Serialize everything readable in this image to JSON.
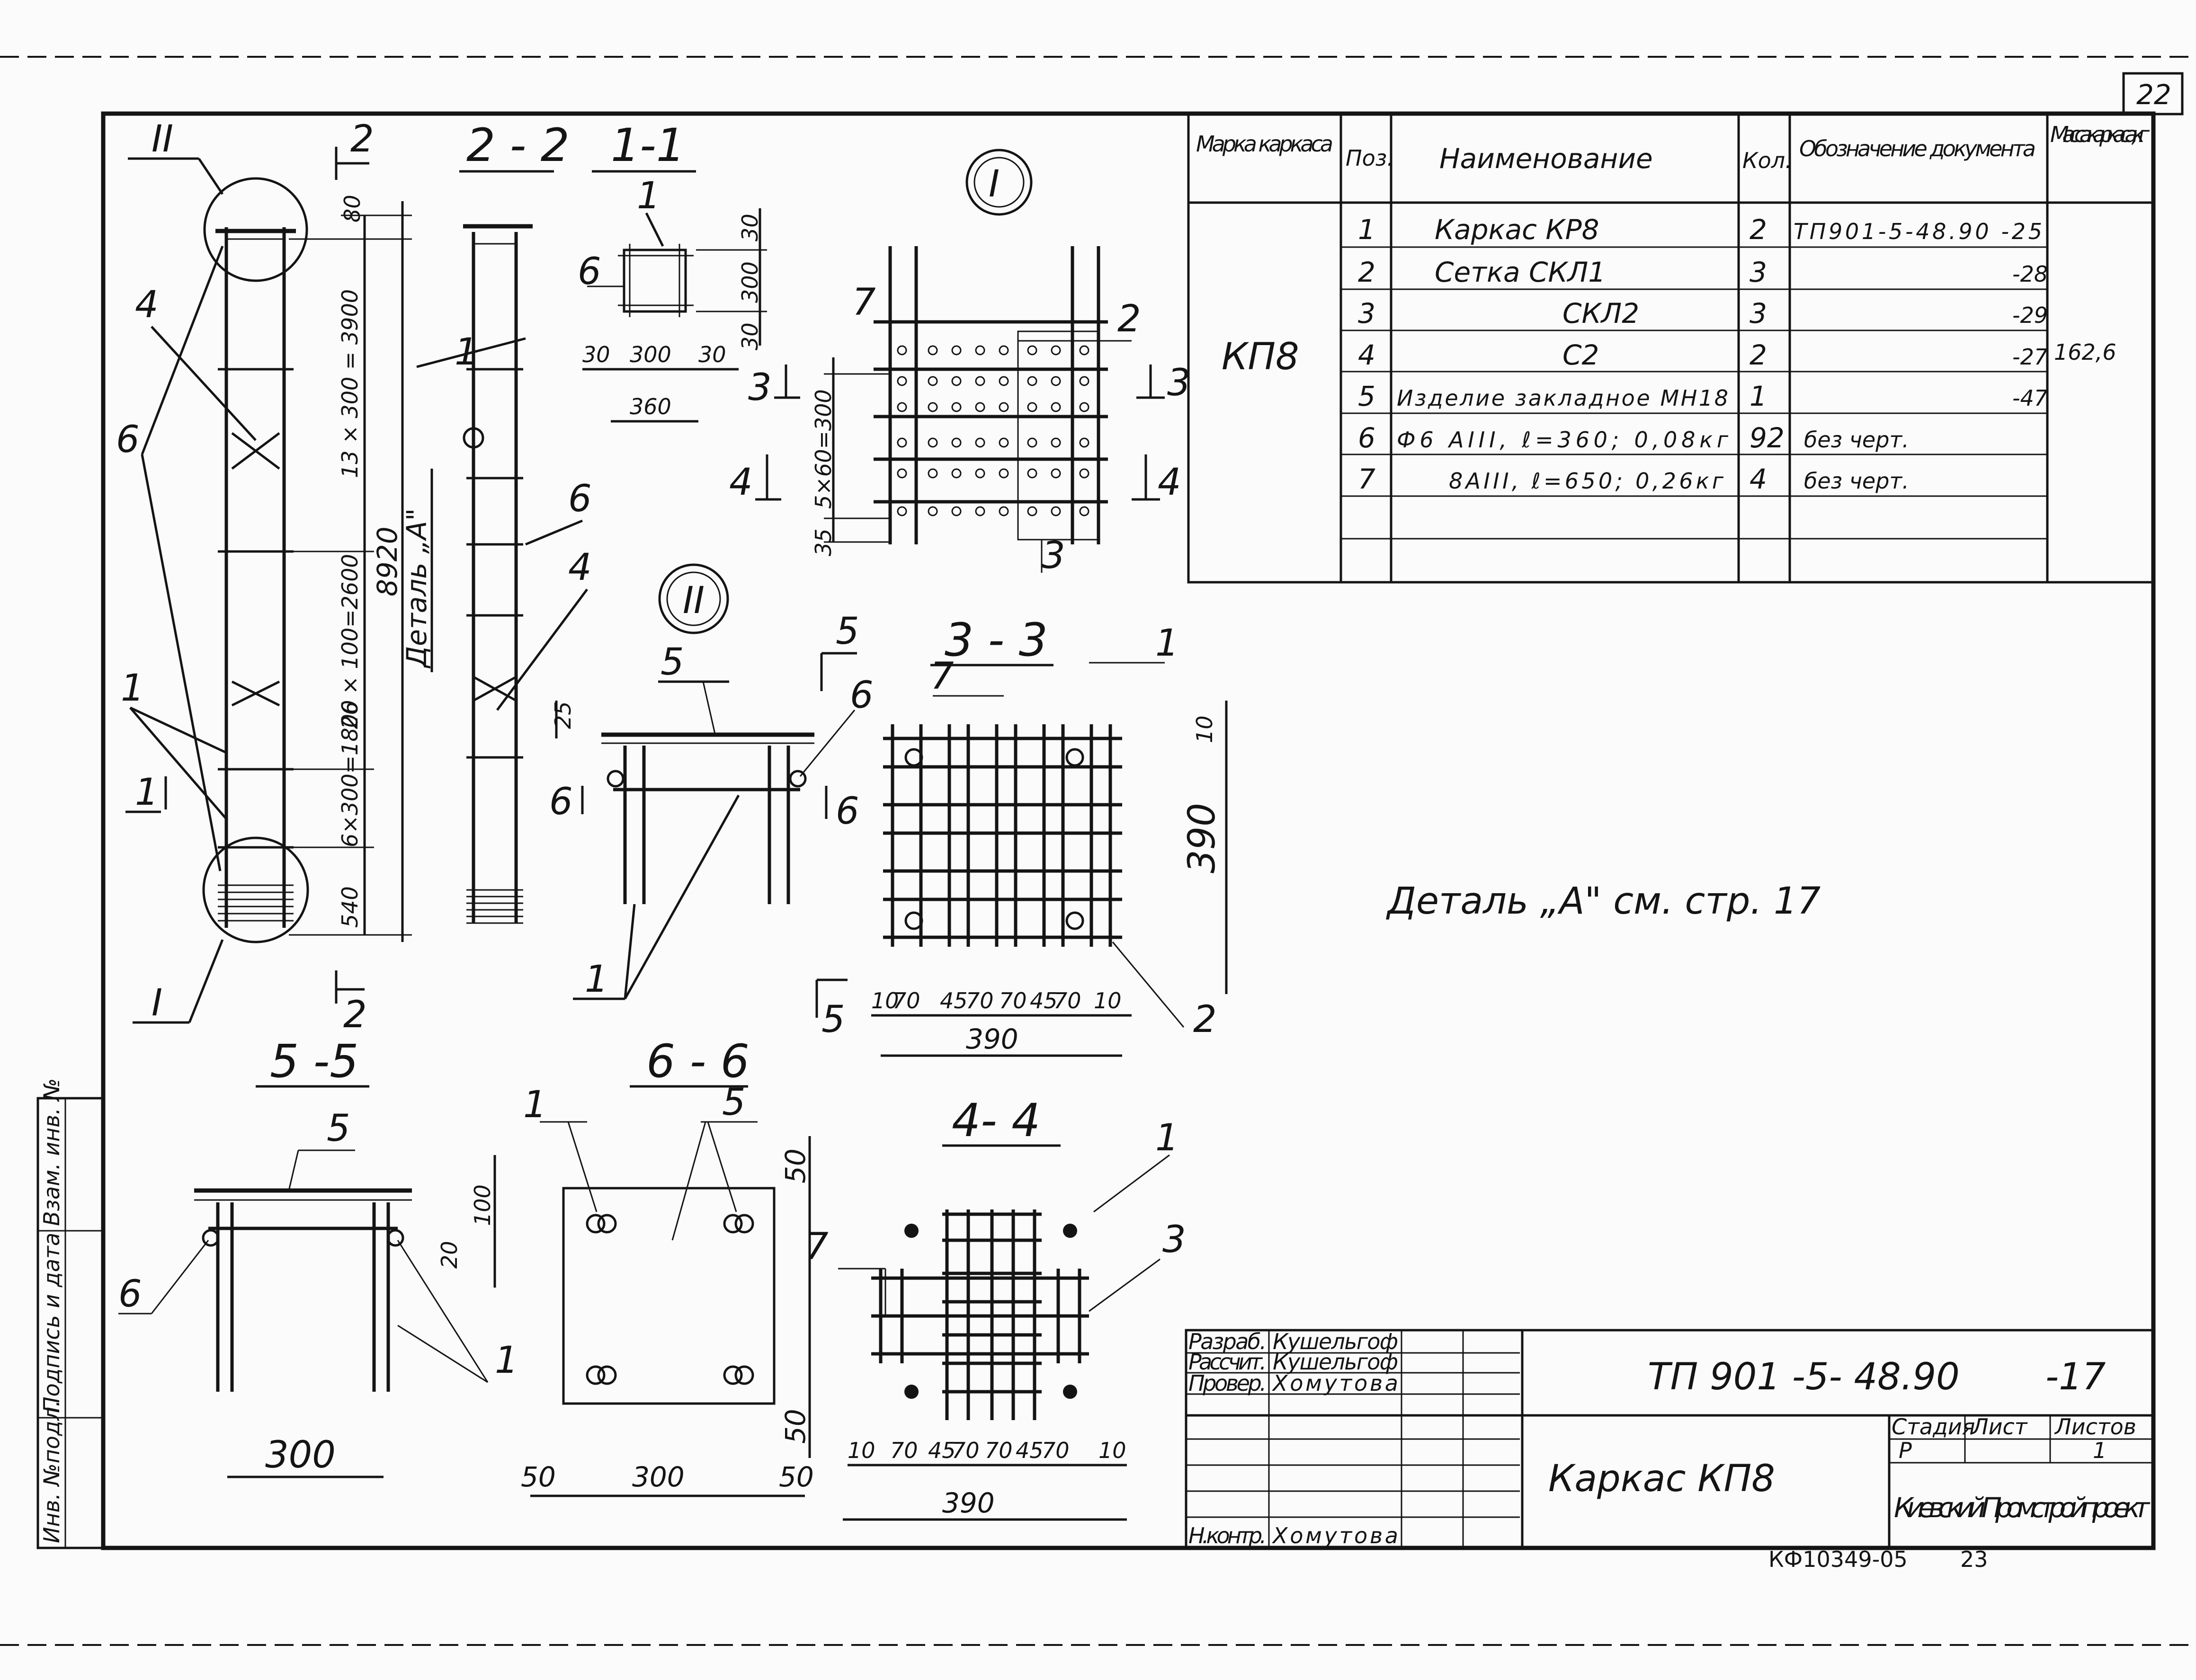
{
  "sheet": {
    "page_number": "22",
    "footer_archive": "КФ10349-05",
    "footer_page": "23"
  },
  "spec_table": {
    "headers": {
      "mark": "Марка каркаса",
      "pos": "Поз.",
      "name": "Наименование",
      "qty": "Кол.",
      "doc": "Обозначение документа",
      "mass": "Масса каркаса, кг"
    },
    "mark_value": "КП8",
    "mass_value": "162,6",
    "rows": [
      {
        "pos": "1",
        "name": "Каркас КР8",
        "qty": "2",
        "doc": "ТП901-5-48.90 -25"
      },
      {
        "pos": "2",
        "name": "Сетка СКЛ1",
        "qty": "3",
        "doc": "-28"
      },
      {
        "pos": "3",
        "name": "СКЛ2",
        "qty": "3",
        "doc": "-29"
      },
      {
        "pos": "4",
        "name": "С2",
        "qty": "2",
        "doc": "-27"
      },
      {
        "pos": "5",
        "name": "Изделие закладное МН18",
        "qty": "1",
        "doc": "-47"
      },
      {
        "pos": "6",
        "name": "Ф6 AIII, ℓ=360; 0,08кг",
        "qty": "92",
        "doc": "без черт."
      },
      {
        "pos": "7",
        "name": "8AIII, ℓ=650; 0,26кг",
        "qty": "4",
        "doc": "без черт."
      }
    ]
  },
  "note": "Деталь „А\" см. стр. 17",
  "views": {
    "sec_2_2": "2 - 2",
    "sec_1_1": "1-1",
    "sec_3_3": "3 - 3",
    "sec_4_4": "4- 4",
    "sec_5_5": "5 -5",
    "sec_6_6": "6 - 6",
    "node_I": "I",
    "node_II": "II",
    "detail_label": "Деталь „А\""
  },
  "dimensions": {
    "top_80": "80",
    "d_3900": "13 × 300 = 3900",
    "d_2600": "26 × 100=2600",
    "d_1800": "6×300=1800",
    "d_540": "540",
    "d_8920": "8920",
    "d_30a": "30",
    "d_300v": "300",
    "d_30b": "30",
    "d_30c": "30",
    "d_300h": "300",
    "d_30d": "30",
    "d_360": "360",
    "d_5x60": "5×60=300",
    "d_35": "35",
    "d_25": "25",
    "d_10": "10",
    "d_70": "70",
    "d_45": "45",
    "d_390": "390",
    "d_100": "100",
    "d_20": "20",
    "d_300": "300",
    "d_50": "50"
  },
  "side_stamp": {
    "inv_podl": "Инв. №подл.",
    "podpis": "Подпись и дата",
    "vzam": "Взам. инв. №"
  },
  "title_block": {
    "roles": [
      "Разраб.",
      "Рассчит.",
      "Провер.",
      "",
      "",
      "Н.контр."
    ],
    "names": [
      "Кушельгоф",
      "Кушельгоф",
      "Хомутова",
      "",
      "",
      "Хомутова"
    ],
    "doc_code": "ТП 901 -5- 48.90",
    "sheet_code": "-17",
    "title": "Каркас КП8",
    "stage_header": "Стадия",
    "sheet_header": "Лист",
    "sheets_header": "Листов",
    "stage": "Р",
    "sheets": "1",
    "org": "Киевский Промстройпроект"
  }
}
